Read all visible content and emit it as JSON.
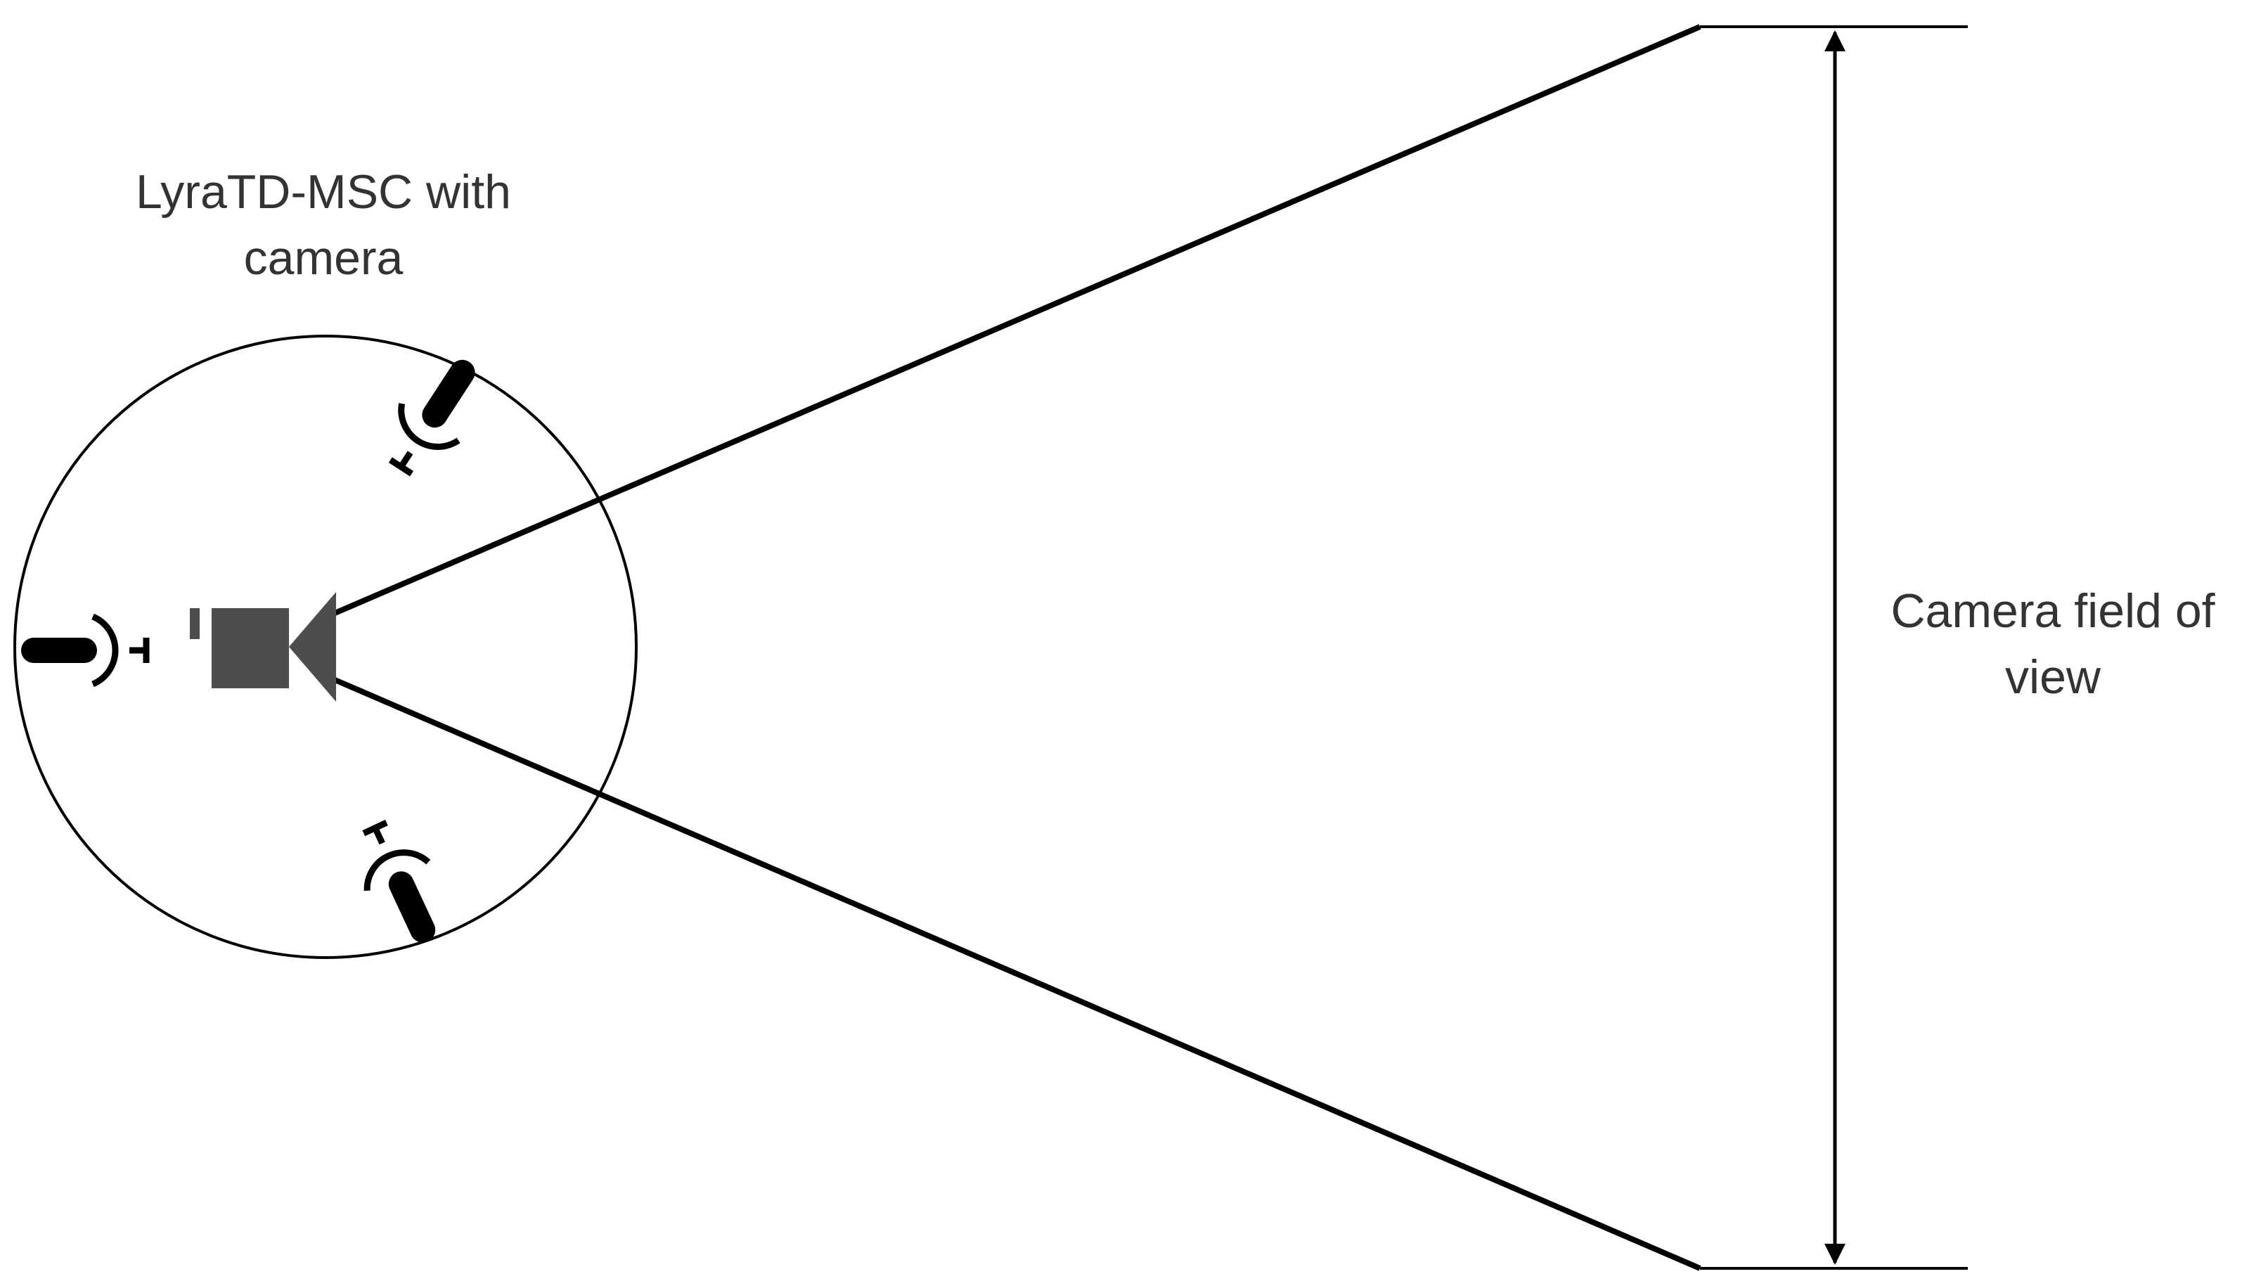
{
  "diagram": {
    "device_label": {
      "line1": "LyraTD-MSC with",
      "line2": "camera"
    },
    "fov_label": {
      "line1": "Camera field of",
      "line2": "view"
    },
    "icons": {
      "device": "circle-outline",
      "camera": "camera-icon",
      "microphones": [
        "microphone-icon",
        "microphone-icon",
        "microphone-icon"
      ],
      "dimension": "double-headed-arrow"
    },
    "colors": {
      "line": "#000000",
      "icon": "#4d4d4d",
      "mic": "#000000",
      "text": "#333333",
      "background": "#ffffff"
    }
  }
}
